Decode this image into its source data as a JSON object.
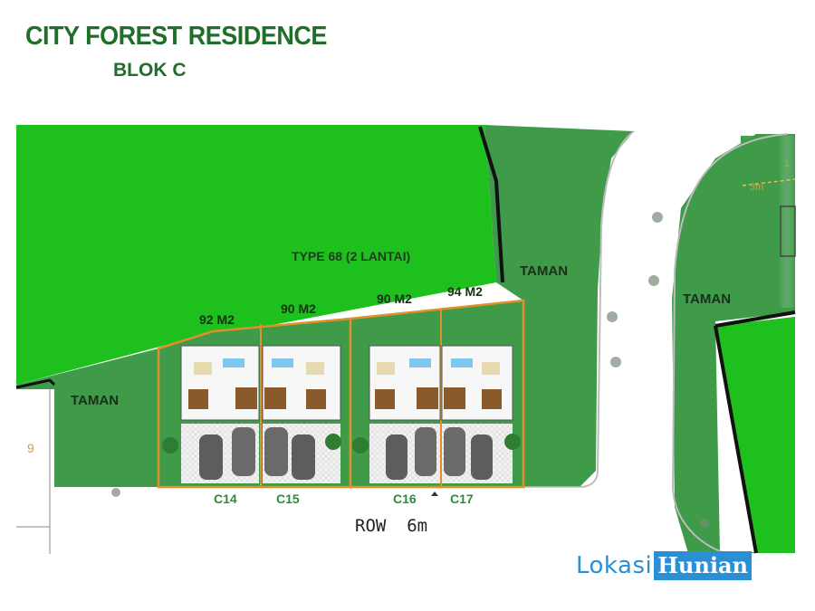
{
  "header": {
    "title": "CITY FOREST RESIDENCE",
    "subtitle": "BLOK C"
  },
  "labels": {
    "type": "TYPE 68 (2 LANTAI)",
    "taman_left": "TAMAN",
    "taman_center": "TAMAN",
    "taman_right": "TAMAN",
    "road": "ROW  6m",
    "side_number": "9",
    "side_number_right": "1",
    "road_width_right": "3m"
  },
  "units": [
    {
      "code": "C14",
      "area": "92 M2"
    },
    {
      "code": "C15",
      "area": "90 M2"
    },
    {
      "code": "C16",
      "area": "90 M2"
    },
    {
      "code": "C17",
      "area": "94 M2"
    }
  ],
  "brand": {
    "part1": "Lokasi",
    "part2": "Hunian"
  },
  "colors": {
    "bright_green": "#1ec01e",
    "dark_green": "#3f9a4a",
    "plot_outline": "#e0902a",
    "label_green": "#1f6e2a",
    "brand_blue": "#2b8fd6"
  }
}
